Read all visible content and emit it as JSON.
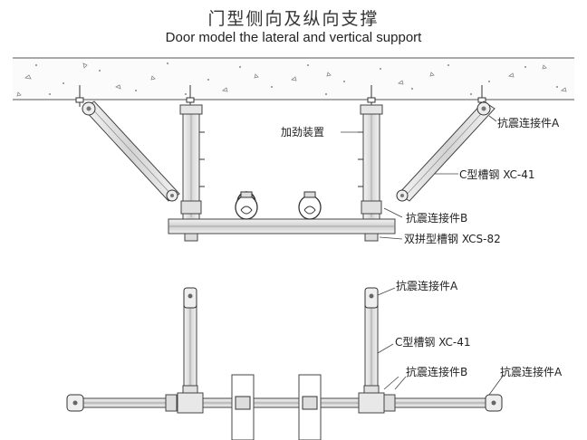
{
  "title": {
    "cn": "门型侧向及纵向支撑",
    "en": "Door model the lateral and vertical support"
  },
  "top_view": {
    "labels": {
      "stiffener": "加劲装置",
      "connector_a": "抗震连接件A",
      "c_channel": "C型槽钢 XC-41",
      "connector_b": "抗震连接件B",
      "double_channel": "双拼型槽钢 XCS-82"
    }
  },
  "bottom_view": {
    "labels": {
      "connector_a_top": "抗震连接件A",
      "c_channel": "C型槽钢 XC-41",
      "connector_b": "抗震连接件B",
      "connector_a_right": "抗震连接件A"
    }
  }
}
